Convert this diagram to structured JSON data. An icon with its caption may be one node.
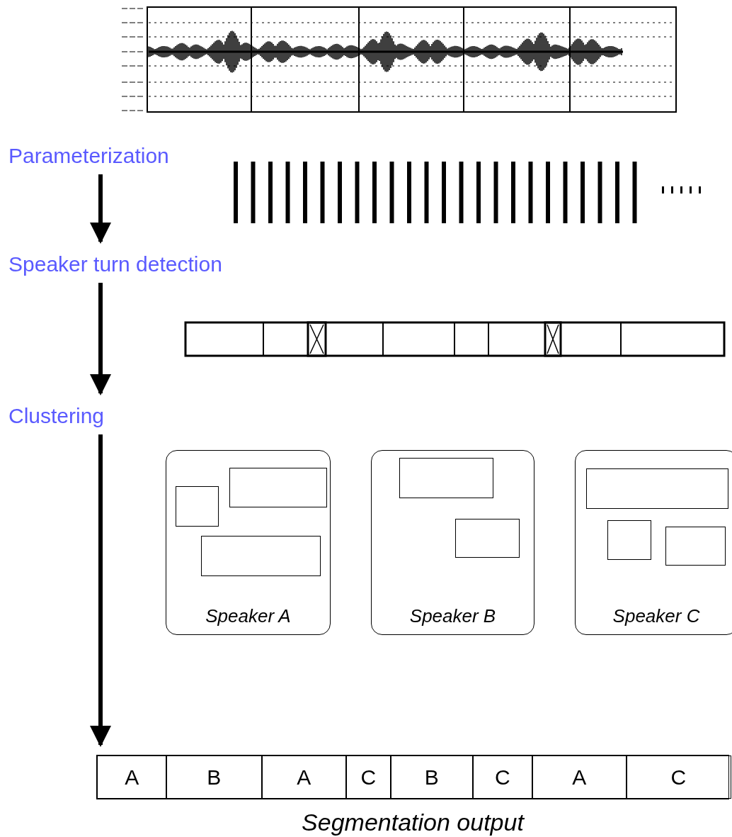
{
  "diagram": {
    "nodes": [
      {
        "text": [
          "Parameterization"
        ]
      },
      {
        "text": [
          "Speaker turn detection"
        ]
      },
      {
        "text": [
          "Clustering"
        ]
      },
      {
        "text": [
          "Speaker A"
        ]
      },
      {
        "text": [],
        "shape": "box",
        "in": 3
      },
      {
        "text": [],
        "shape": "box",
        "in": 3
      },
      {
        "text": [],
        "shape": "box",
        "in": 3
      },
      {
        "text": [
          "Speaker B"
        ]
      },
      {
        "text": [],
        "shape": "box",
        "in": 7
      },
      {
        "text": [],
        "shape": "box",
        "in": 7
      },
      {
        "text": [
          "Speaker C"
        ]
      },
      {
        "text": [],
        "shape": "box",
        "in": 10
      },
      {
        "text": [],
        "shape": "box",
        "in": 10
      },
      {
        "text": [],
        "shape": "box",
        "in": 10
      },
      {
        "text": [],
        "shape": "bar",
        "beside": [
          "Segmentation output"
        ]
      },
      {
        "text": [
          "A"
        ],
        "in": 14
      },
      {
        "text": [
          "B"
        ],
        "in": 14
      },
      {
        "text": [
          "A"
        ],
        "in": 14
      },
      {
        "text": [
          "C"
        ],
        "in": 14
      },
      {
        "text": [
          "B"
        ],
        "in": 14
      },
      {
        "text": [
          "C"
        ],
        "in": 14
      },
      {
        "text": [
          "A"
        ],
        "in": 14
      },
      {
        "text": [
          "C"
        ],
        "in": 14
      }
    ],
    "edges": [
      {
        "from": 0,
        "to": 1,
        "arrow": "to"
      },
      {
        "from": 1,
        "to": 2,
        "arrow": "to"
      },
      {
        "from": 2,
        "to": 14,
        "arrow": "to"
      }
    ]
  }
}
